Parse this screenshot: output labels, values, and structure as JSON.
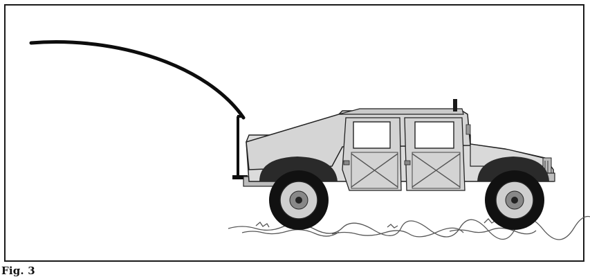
{
  "figure": {
    "caption": "Fig. 3"
  },
  "colors": {
    "frame": "#1a1a1a",
    "antenna": "#0d0d0d",
    "body": "#dcdcdc",
    "body_shade": "#bdbdbd",
    "window": "#ffffff",
    "tire": "#111111",
    "rim": "#cfcfcf",
    "ground": "#555555"
  },
  "icons": {
    "vehicle": "military-utility-vehicle",
    "antenna": "whip-antenna"
  }
}
